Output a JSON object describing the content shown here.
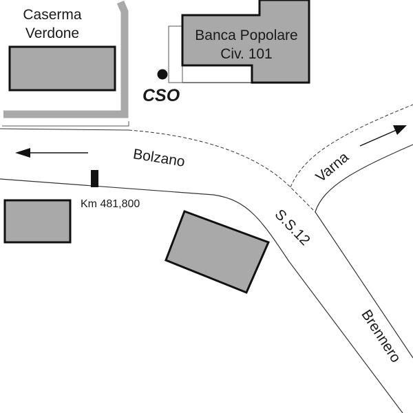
{
  "map": {
    "buildings": {
      "caserma_line1": "Caserma",
      "caserma_line2": "Verdone",
      "banca_line1": "Banca Popolare",
      "banca_line2": "Civ. 101"
    },
    "marker": {
      "label": "CSO"
    },
    "km_marker": {
      "label": "Km 481,800"
    },
    "roads": {
      "bolzano": "Bolzano",
      "ss12": "S.S.12",
      "varna": "Varna",
      "brennero": "Brennero"
    },
    "colors": {
      "building_fill": "#a9a9a9",
      "wall": "#a9a9a9",
      "ink": "#1a1a1a"
    }
  }
}
